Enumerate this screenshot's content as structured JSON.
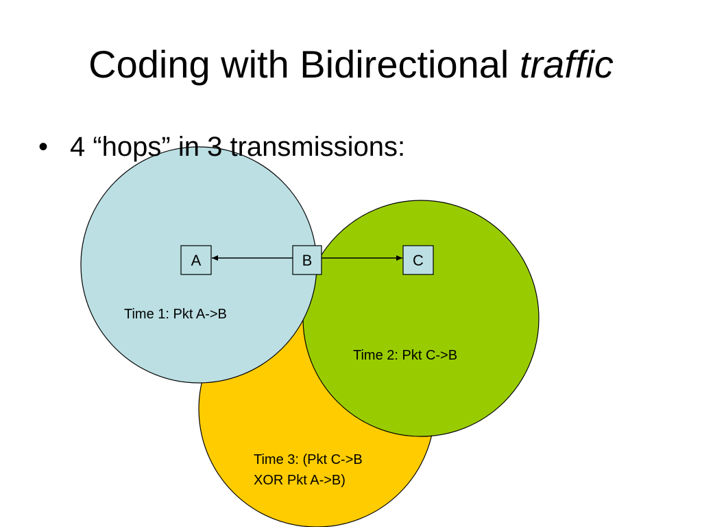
{
  "title": {
    "plain": "Coding with Bidirectional ",
    "italic": "traffic"
  },
  "bullet": {
    "marker": "•",
    "text": "4 “hops” in 3 transmissions:"
  },
  "diagram": {
    "nodes": {
      "a": "A",
      "b": "B",
      "c": "C"
    },
    "captions": {
      "time1": "Time 1: Pkt A->B",
      "time2": "Time 2: Pkt C->B",
      "time3_line1": "Time 3: (Pkt C->B",
      "time3_line2": "XOR Pkt A->B)"
    },
    "colors": {
      "time1_circle": "#bbdfe3",
      "time2_circle": "#99cc00",
      "time3_circle": "#ffcc00",
      "outline": "#000000",
      "node_fill": "#bbdfe3"
    }
  }
}
